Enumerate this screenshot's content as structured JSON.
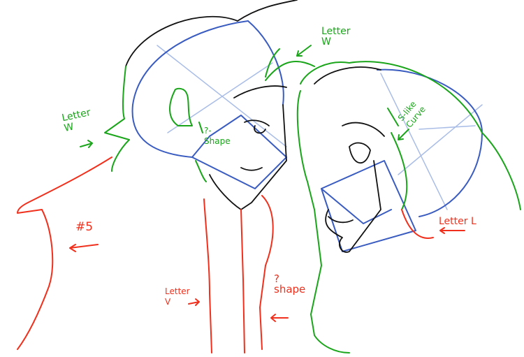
{
  "colors": {
    "green": "#1aa51a",
    "red": "#f0301c",
    "blue": "#3a5cc0",
    "light_blue": "#9db3e0",
    "black": "#111111"
  },
  "labels": {
    "letter_w_left": "Letter\nW",
    "letter_w_top": "Letter\nW",
    "question_shape_green": "?-\nShape",
    "s_like_curve": "S-like\nCurve",
    "step_number": "#5",
    "letter_l": "Letter L",
    "letter_v": "Letter\nV",
    "question_shape_red": "?\nshape"
  }
}
